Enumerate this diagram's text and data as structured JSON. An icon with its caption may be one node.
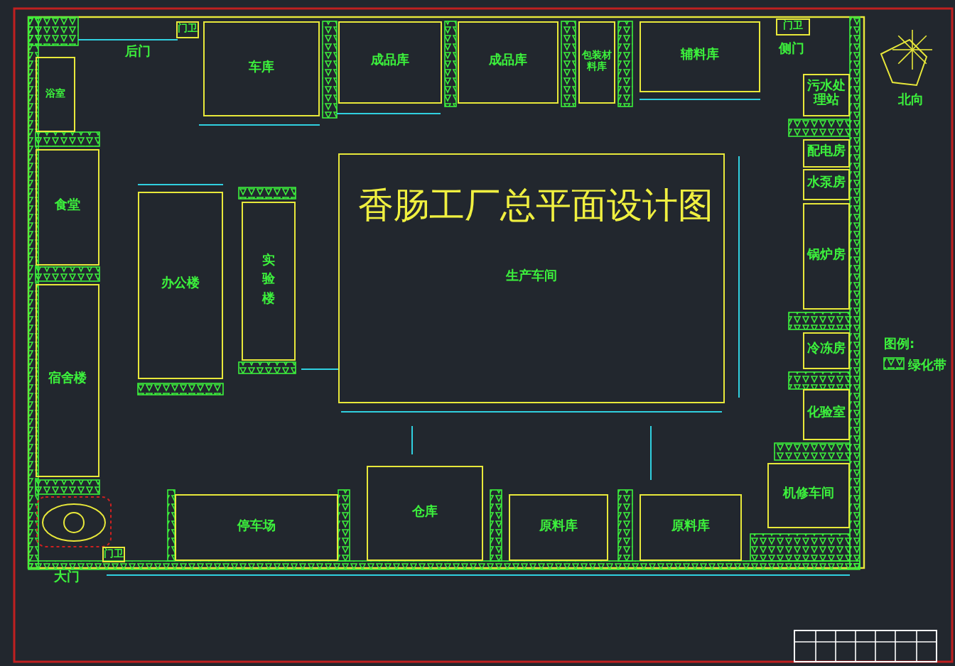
{
  "diagram": {
    "title": "香肠工厂总平面设计图",
    "nodes": [
      {
        "text": [
          "浴室"
        ]
      },
      {
        "text": [
          "食堂"
        ]
      },
      {
        "text": [
          "宿舍楼"
        ]
      },
      {
        "text": [
          "门卫"
        ]
      },
      {
        "text": [
          "车库"
        ]
      },
      {
        "text": [
          "成品库"
        ]
      },
      {
        "text": [
          "成品库"
        ]
      },
      {
        "text": [
          "包装材料库"
        ]
      },
      {
        "text": [
          "辅料库"
        ]
      },
      {
        "text": [
          "门卫"
        ]
      },
      {
        "text": [
          "污水处理站"
        ]
      },
      {
        "text": [
          "配电房"
        ]
      },
      {
        "text": [
          "水泵房"
        ]
      },
      {
        "text": [
          "锅炉房"
        ]
      },
      {
        "text": [
          "办公楼"
        ]
      },
      {
        "text": [
          "实验楼"
        ]
      },
      {
        "text": [
          "生产车间"
        ]
      },
      {
        "text": [
          "冷冻房"
        ]
      },
      {
        "text": [
          "化验室"
        ]
      },
      {
        "text": [
          "机修车间"
        ]
      },
      {
        "text": [
          "停车场"
        ]
      },
      {
        "text": [
          "仓库"
        ]
      },
      {
        "text": [
          "原料库"
        ]
      },
      {
        "text": [
          "原料库"
        ]
      },
      {
        "text": [
          "门卫"
        ]
      }
    ],
    "labels": [
      "后门",
      "侧门",
      "北向",
      "图例:",
      "大门"
    ],
    "legend": [
      {
        "text": "绿化带"
      }
    ]
  }
}
